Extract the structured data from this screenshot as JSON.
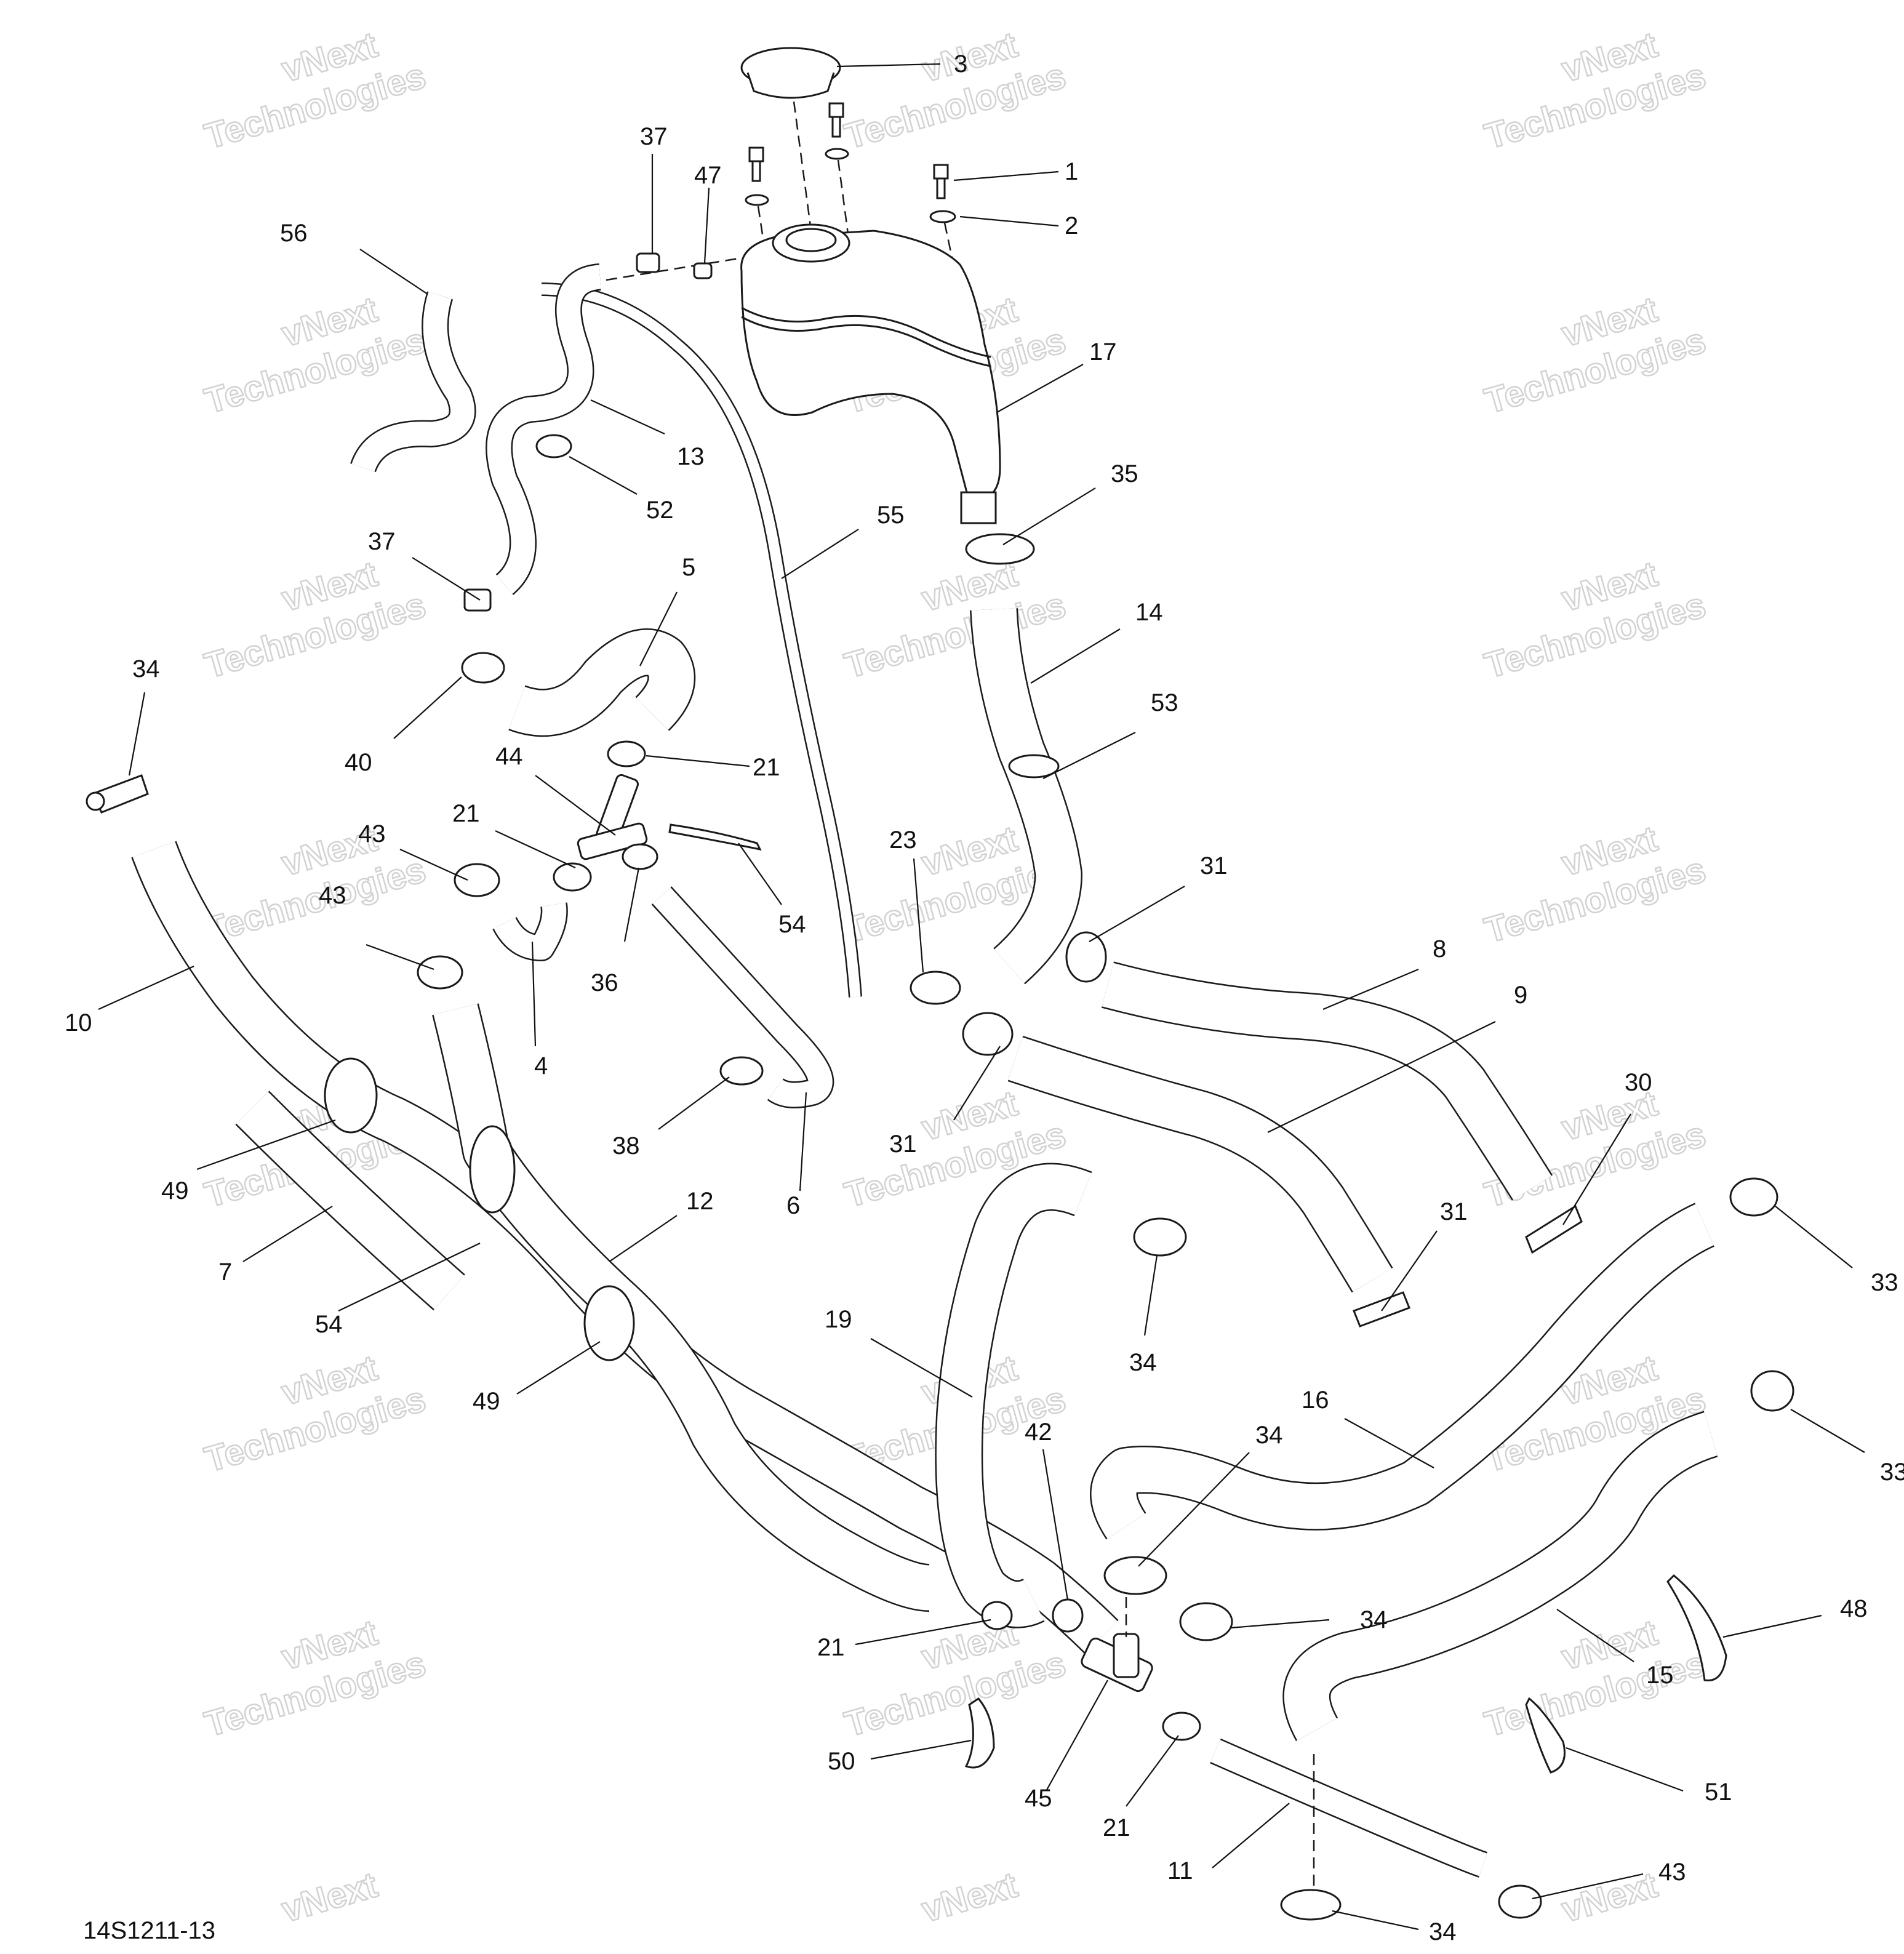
{
  "watermark": {
    "line1": "vNext",
    "line2": "Technologies"
  },
  "drawing_number": "14S1211-13",
  "callouts": [
    "3",
    "1",
    "2",
    "37",
    "47",
    "56",
    "17",
    "13",
    "52",
    "55",
    "35",
    "37",
    "5",
    "14",
    "34",
    "40",
    "21",
    "44",
    "53",
    "43",
    "21",
    "54",
    "23",
    "31",
    "43",
    "36",
    "8",
    "10",
    "4",
    "9",
    "38",
    "31",
    "6",
    "30",
    "49",
    "31",
    "12",
    "7",
    "54",
    "33",
    "34",
    "19",
    "49",
    "16",
    "42",
    "34",
    "33",
    "34",
    "21",
    "48",
    "15",
    "45",
    "50",
    "21",
    "51",
    "11",
    "43",
    "34"
  ]
}
